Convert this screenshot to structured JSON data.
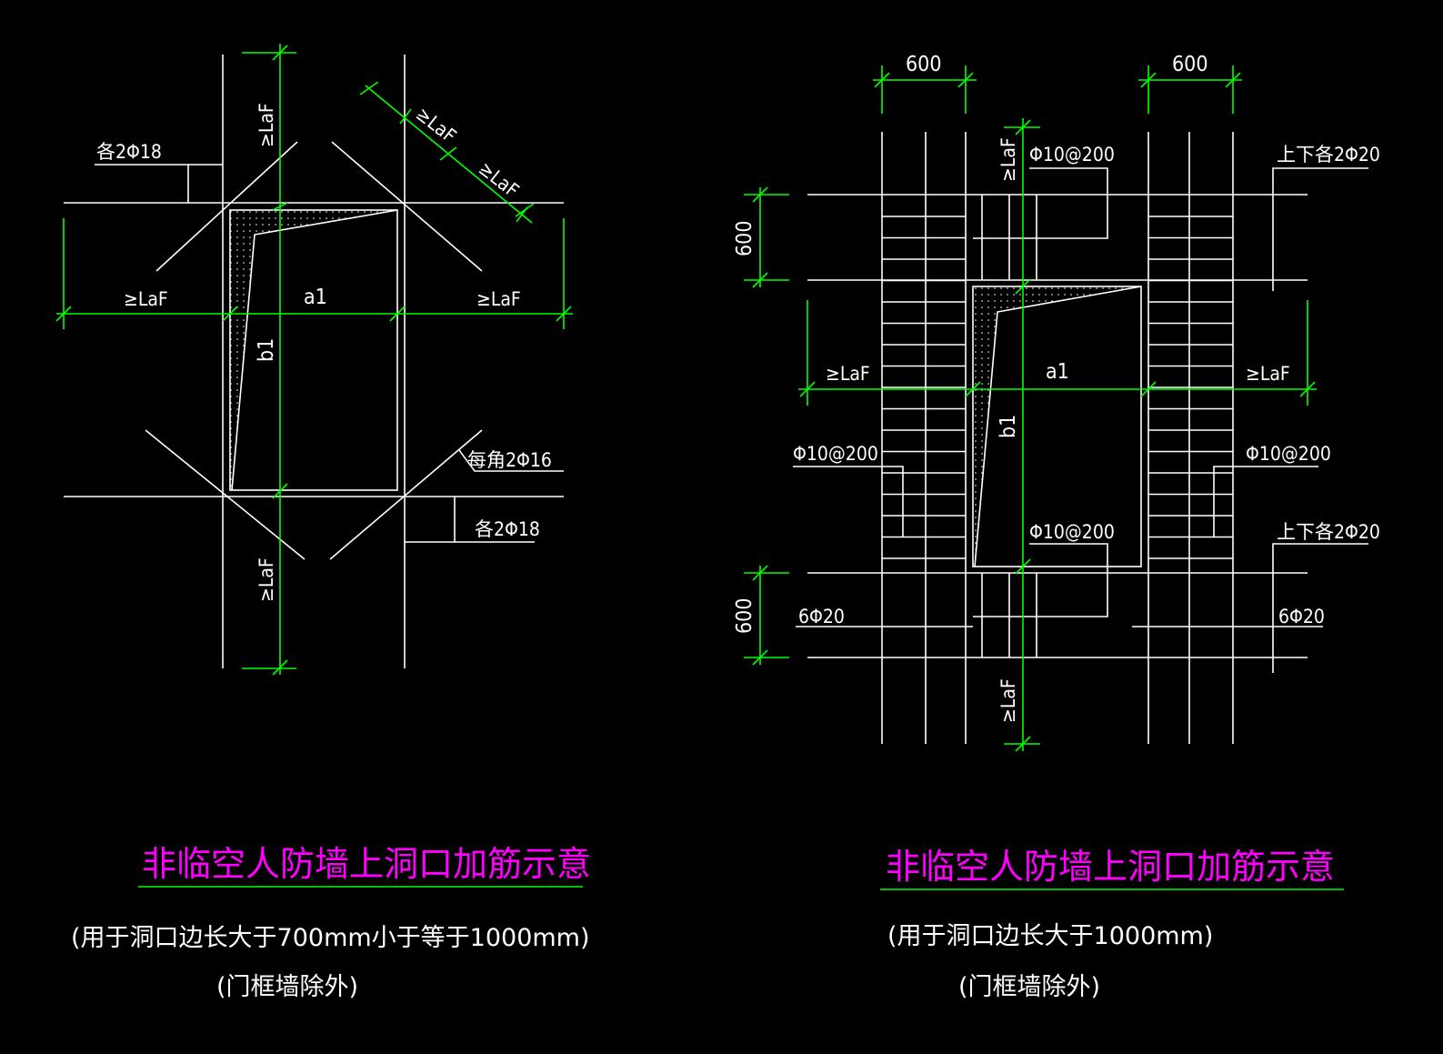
{
  "colors": {
    "background": "#000000",
    "lines": "#ffffff",
    "dimensions": "#00ff00",
    "title": "#ff00ff"
  },
  "left": {
    "title": "非临空人防墙上洞口加筋示意",
    "note1": "(用于洞口边长大于700mm小于等于1000mm)",
    "note2": "(门框墙除外)",
    "top_bars": "各2Φ18",
    "bottom_bars": "各2Φ18",
    "corner_bars": "每角2Φ16",
    "laf": "≥LaF",
    "laf_diag": "≥LaF",
    "a1": "a1",
    "b1": "b1"
  },
  "right": {
    "title": "非临空人防墙上洞口加筋示意",
    "note1": "(用于洞口边长大于1000mm)",
    "note2": "(门框墙除外)",
    "dim_600": "600",
    "stirrup": "Φ10@200",
    "top_bottom_bars": "上下各2Φ20",
    "side_bars": "6Φ20",
    "laf": "≥LaF",
    "a1": "a1",
    "b1": "b1"
  }
}
